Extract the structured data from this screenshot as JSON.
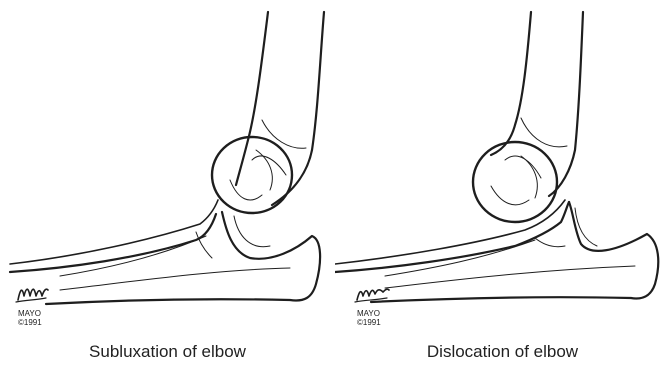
{
  "panels": [
    {
      "caption": "Subluxation of elbow",
      "stamp": {
        "line1": "MAYO",
        "line2": "©1991"
      }
    },
    {
      "caption": "Dislocation of elbow",
      "stamp": {
        "line1": "MAYO",
        "line2": "©1991"
      }
    }
  ]
}
